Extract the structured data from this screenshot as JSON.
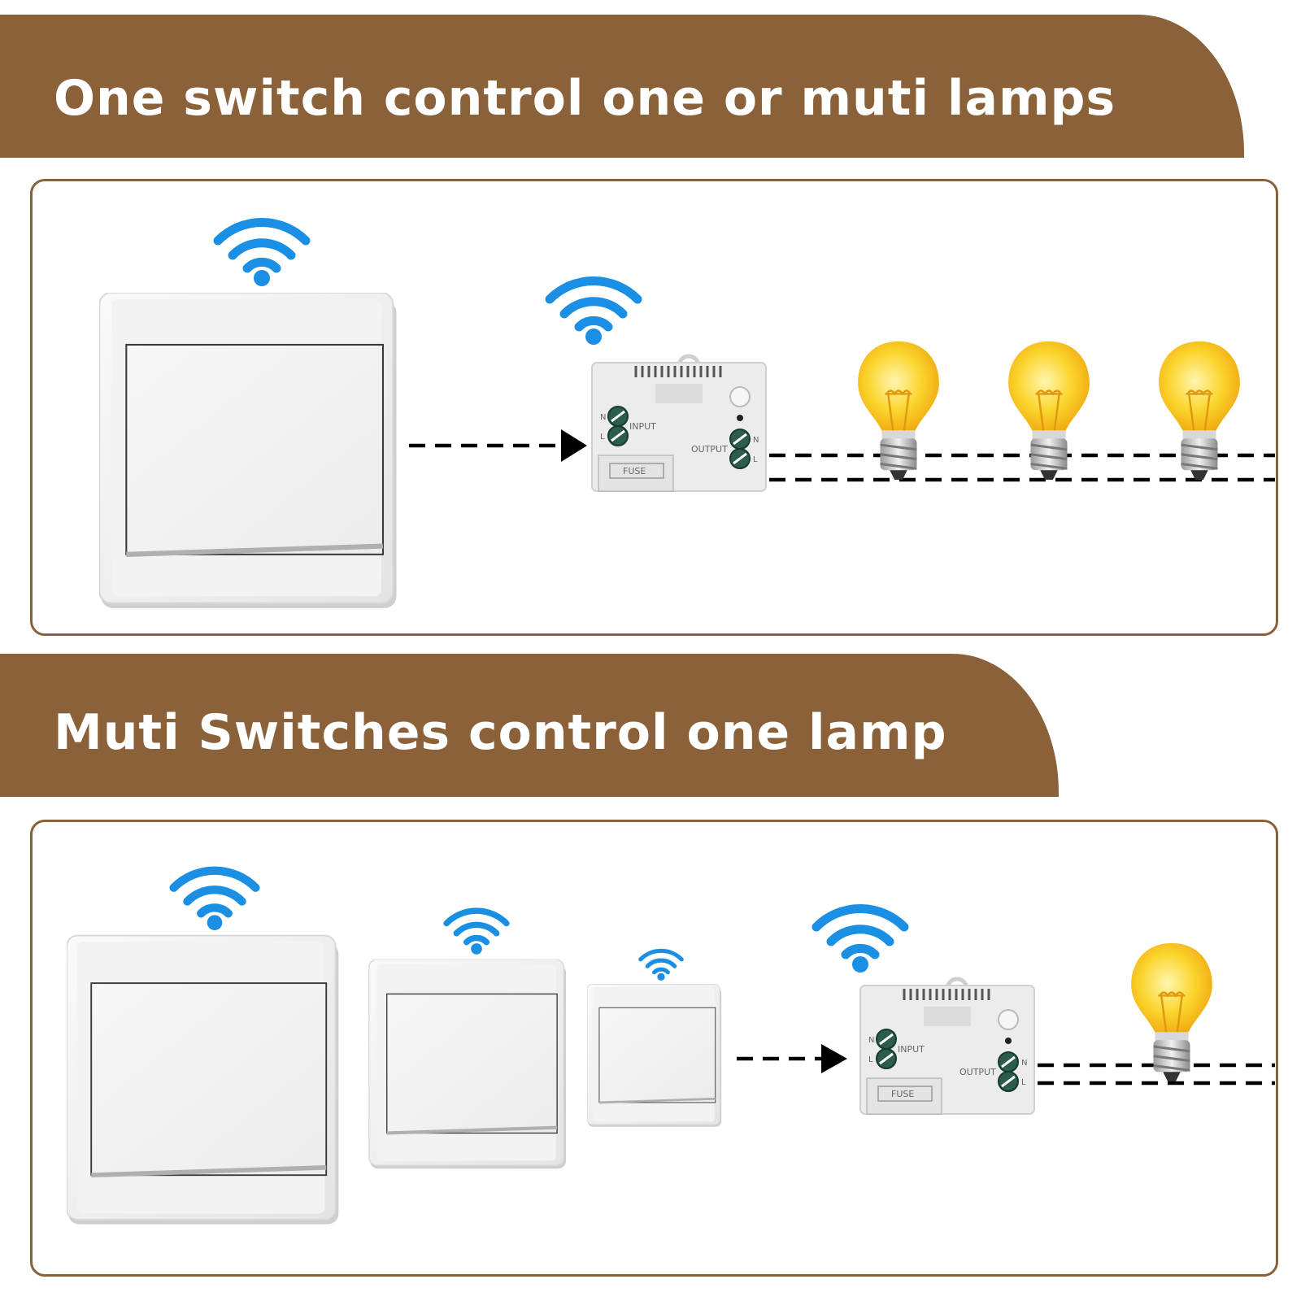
{
  "section1": {
    "title": "One switch control one or muti lamps",
    "receiver": {
      "input_label": "INPUT",
      "output_label": "OUTPUT",
      "fuse_label": "FUSE",
      "n": "N",
      "l": "L"
    }
  },
  "section2": {
    "title": "Muti Switches control one lamp",
    "receiver": {
      "input_label": "INPUT",
      "output_label": "OUTPUT",
      "fuse_label": "FUSE",
      "n": "N",
      "l": "L"
    }
  },
  "colors": {
    "banner": "#8a6138",
    "wifi": "#1a8fe3",
    "bulb": "#f7c21a",
    "switch": "#f2f2f2"
  },
  "icons": [
    "wifi-icon",
    "light-switch",
    "receiver-module",
    "light-bulb-icon",
    "arrow-icon"
  ]
}
